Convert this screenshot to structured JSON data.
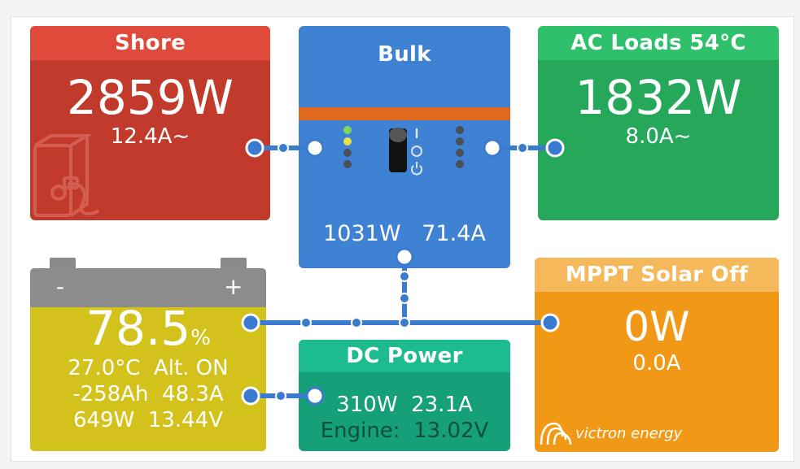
{
  "shore": {
    "title": "Shore",
    "power": "2859W",
    "current": "12.4A~",
    "icon": "shore-power-plug-icon"
  },
  "bulk": {
    "title": "Bulk",
    "power": "1031W",
    "current": "71.4A",
    "icon": "inverter-switch-icon"
  },
  "ac_loads": {
    "title": "AC Loads 54°C",
    "power": "1832W",
    "current": "8.0A~"
  },
  "battery": {
    "minus": "-",
    "plus": "+",
    "soc": "78.5",
    "soc_unit": "%",
    "temp": "27.0°C",
    "alt": "Alt. ON",
    "consumed": "-258Ah",
    "current": "48.3A",
    "power": "649W",
    "voltage": "13.44V"
  },
  "dc_power": {
    "title": "DC Power",
    "power": "310W",
    "current": "23.1A",
    "engine_label": "Engine:",
    "engine_voltage": "13.02V"
  },
  "mppt": {
    "title": "MPPT Solar Off",
    "power": "0W",
    "current": "0.0A",
    "brand": "victron energy",
    "brand_icon": "victron-logo-icon"
  },
  "colors": {
    "shore": "#c13a2c",
    "ac_loads": "#25a85a",
    "bulk": "#3f82d4",
    "battery": "#d3c21c",
    "dc_power": "#16a07a",
    "mppt": "#f19916",
    "connector": "#3a7bd0"
  }
}
